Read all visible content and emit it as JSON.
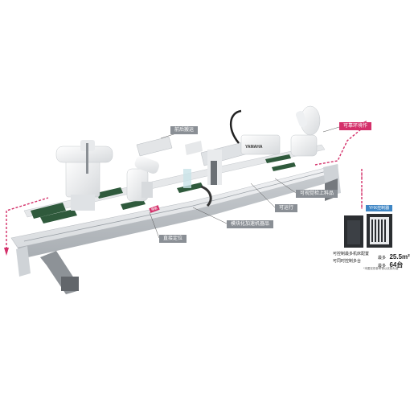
{
  "callouts": {
    "top_center": "前后搬运",
    "top_right": "可靠环境作",
    "right_mid": "可视觉检上料品",
    "right_lower": "可运行",
    "bottom_center": "模块化加速机器品",
    "bottom_left": "直接定位"
  },
  "vertical_tag": "横截",
  "controller": {
    "badge": "YHX控制器",
    "spec_left_1": "可控制最多机床配置",
    "spec_left_2": "可同时控制多台",
    "spec_value_1_prefix": "最多",
    "spec_value_1": "25.5m²",
    "spec_value_2_prefix": "最多",
    "spec_value_2": "64台",
    "spec_note": "*本图仅供参考请以实物为准"
  },
  "brand": "YAMAHA",
  "colors": {
    "accent": "#d4306a",
    "callout_gray": "#8a8f95",
    "badge_blue": "#3e86c5"
  }
}
